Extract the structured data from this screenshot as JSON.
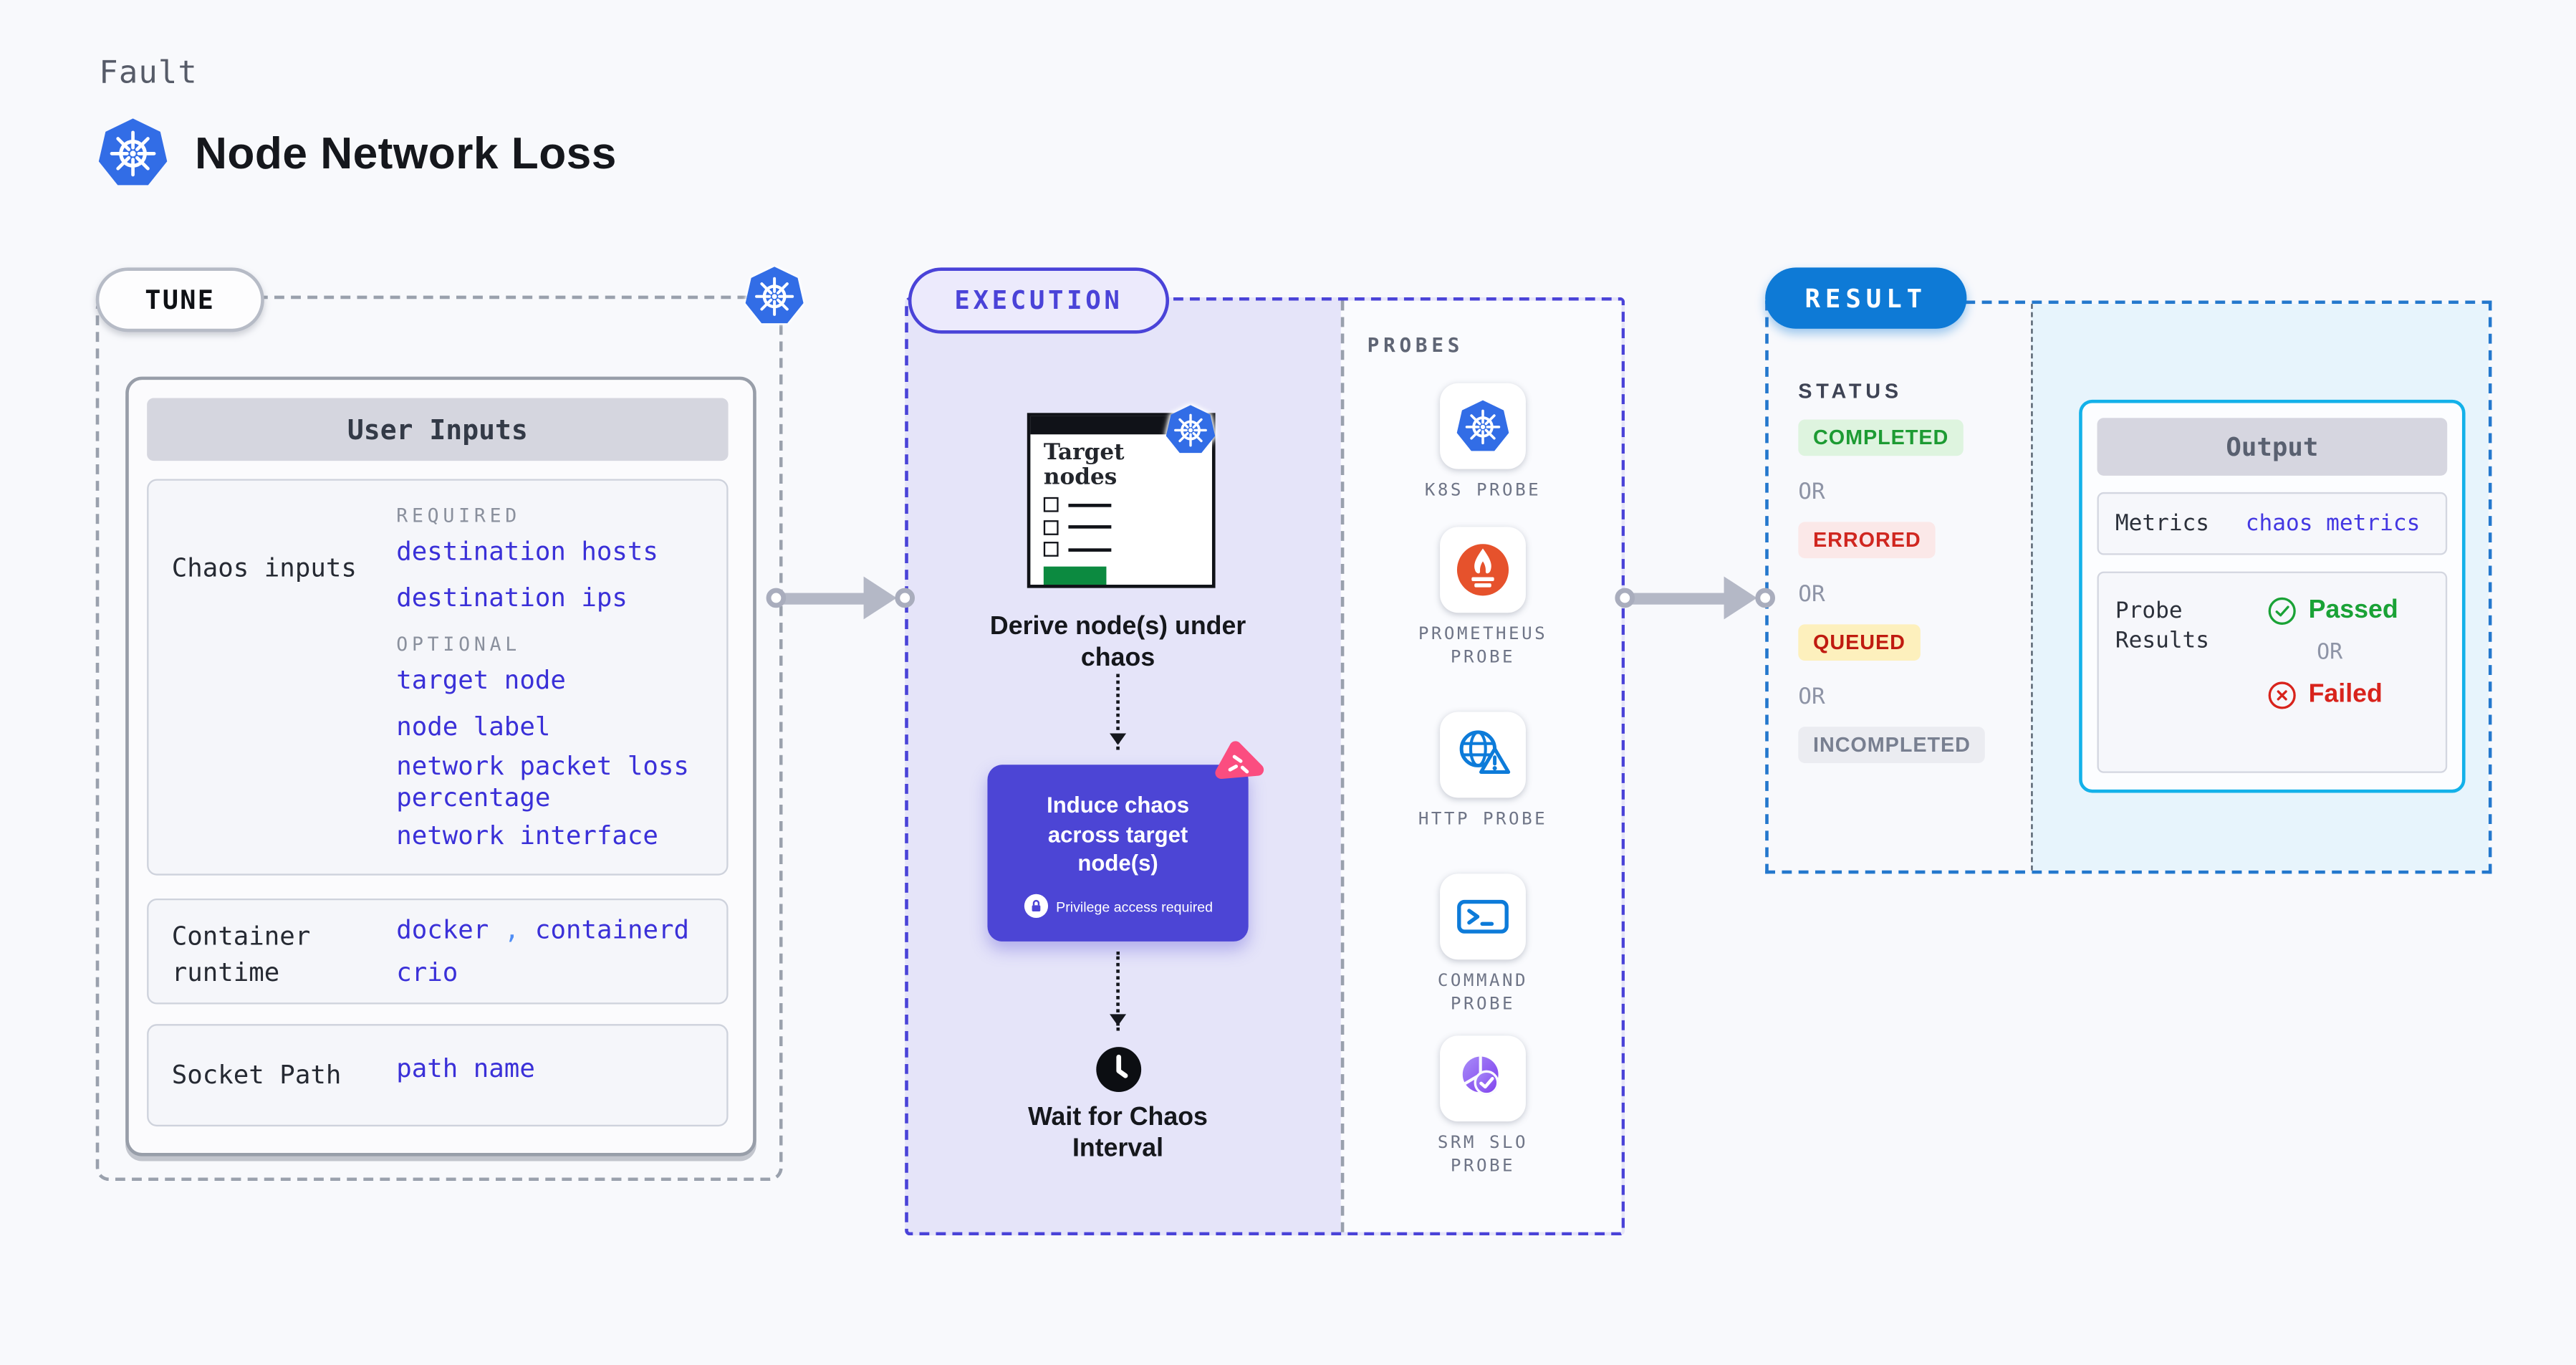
{
  "page": {
    "kicker": "Fault",
    "title": "Node Network Loss"
  },
  "tune": {
    "label": "TUNE",
    "user_inputs": {
      "title": "User Inputs",
      "chaos_inputs": {
        "label": "Chaos inputs",
        "required_heading": "REQUIRED",
        "required_items": [
          "destination hosts",
          "destination ips"
        ],
        "optional_heading": "OPTIONAL",
        "optional_items": [
          "target node",
          "node label",
          "network packet loss percentage",
          "network interface"
        ]
      },
      "container_runtime": {
        "label": "Container runtime",
        "docker": "docker",
        "comma": ",",
        "containerd": "containerd",
        "crio": "crio"
      },
      "socket_path": {
        "label": "Socket Path",
        "value": "path name"
      }
    }
  },
  "execution": {
    "label": "EXECUTION",
    "target_window": {
      "title": "Target nodes"
    },
    "derive_caption": "Derive node(s) under chaos",
    "induce": {
      "title": "Induce chaos across target node(s)",
      "note": "Privilege access required"
    },
    "wait_caption": "Wait for Chaos Interval"
  },
  "probes": {
    "heading": "PROBES",
    "items": [
      {
        "label": "K8S PROBE",
        "icon": "kubernetes-icon"
      },
      {
        "label": "PROMETHEUS PROBE",
        "icon": "prometheus-icon"
      },
      {
        "label": "HTTP PROBE",
        "icon": "http-globe-warning-icon"
      },
      {
        "label": "COMMAND PROBE",
        "icon": "terminal-icon"
      },
      {
        "label": "SRM SLO PROBE",
        "icon": "slo-pie-check-icon"
      }
    ]
  },
  "result": {
    "label": "RESULT",
    "status_heading": "STATUS",
    "or_label": "OR",
    "statuses": [
      "COMPLETED",
      "ERRORED",
      "QUEUED",
      "INCOMPLETED"
    ],
    "output": {
      "title": "Output",
      "metrics_label": "Metrics",
      "metrics_value": "chaos metrics",
      "probe_results_label": "Probe Results",
      "passed": "Passed",
      "failed": "Failed"
    }
  },
  "colors": {
    "page_bg": "#f8f9fc",
    "kubernetes_blue": "#326de6",
    "indigo_accent": "#4a43d8",
    "execution_fill": "#e5e4f9",
    "induce_fill": "#4c45d5",
    "litmus_pink": "#fb4d80",
    "prometheus_orange": "#e6522c",
    "probe_blue": "#0d7bd9",
    "srm_purple": "#7c3aed",
    "result_blue": "#0e7ad6",
    "output_border": "#13b1e9",
    "param_link_blue": "#3a30d8",
    "passed_green": "#1aa236",
    "failed_red": "#d8231c",
    "completed_badge": "#1d9b33",
    "errored_badge": "#d02720",
    "queued_badge": "#c01b10",
    "incompleted_badge": "#787f90",
    "target_green_bar": "#0c8a40",
    "arrow_gray": "#b4b8c6"
  }
}
